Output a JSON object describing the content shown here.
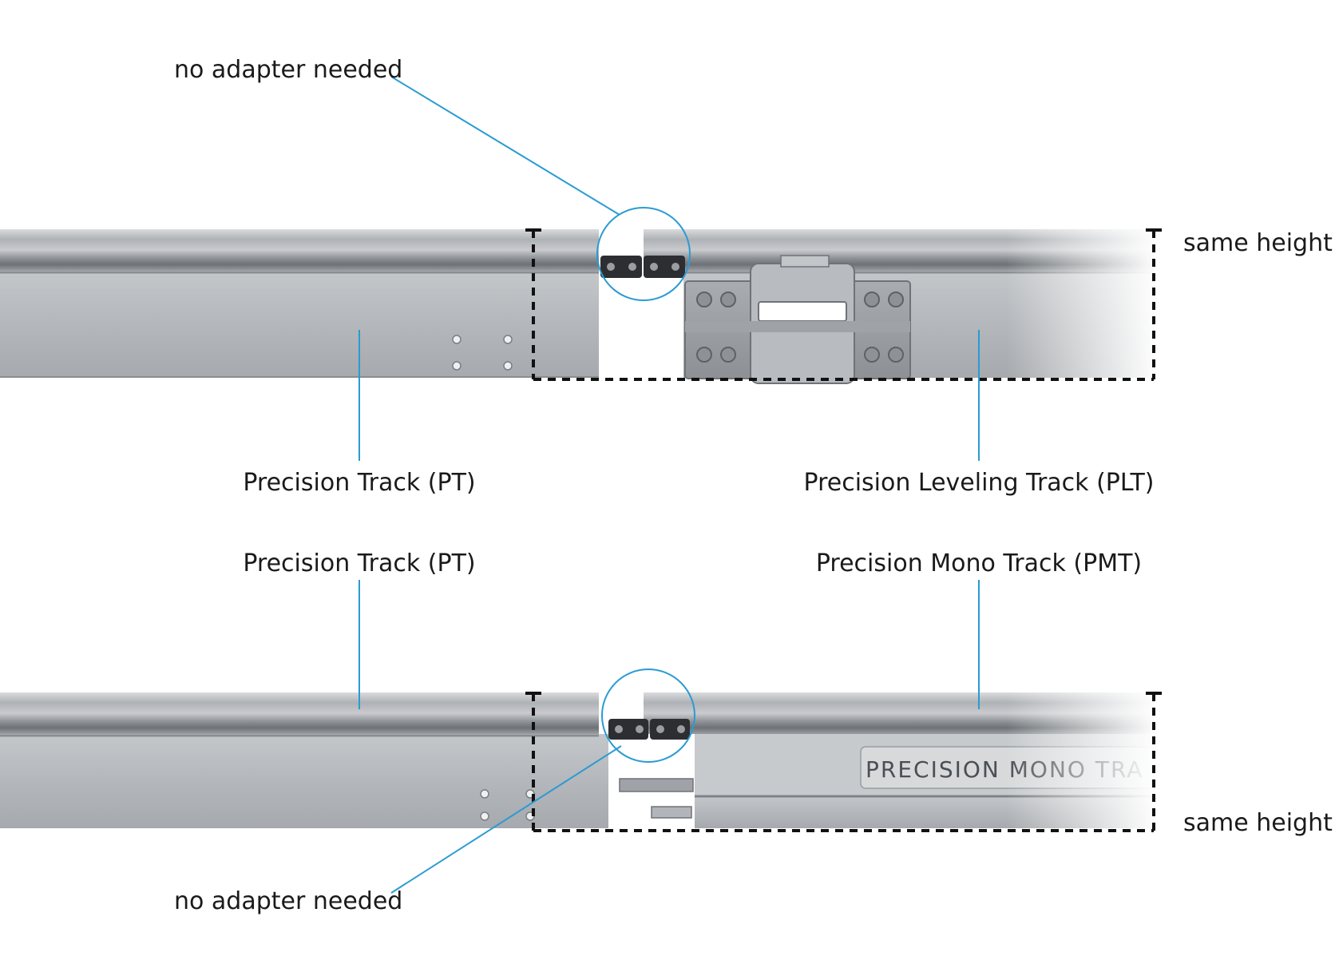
{
  "labels": {
    "no_adapter_top": "no adapter needed",
    "same_height_top": "same height",
    "pt_top": "Precision Track (PT)",
    "plt": "Precision Leveling Track (PLT)",
    "pt_bottom": "Precision Track (PT)",
    "pmt": "Precision Mono Track (PMT)",
    "same_height_bottom": "same height",
    "no_adapter_bottom": "no adapter needed",
    "mono_plate_text": "PRECISION  MONO  TRA"
  },
  "colors": {
    "callout": "#2a9bd3",
    "dimension": "#111111",
    "aluminium": "#b9bcc0"
  }
}
